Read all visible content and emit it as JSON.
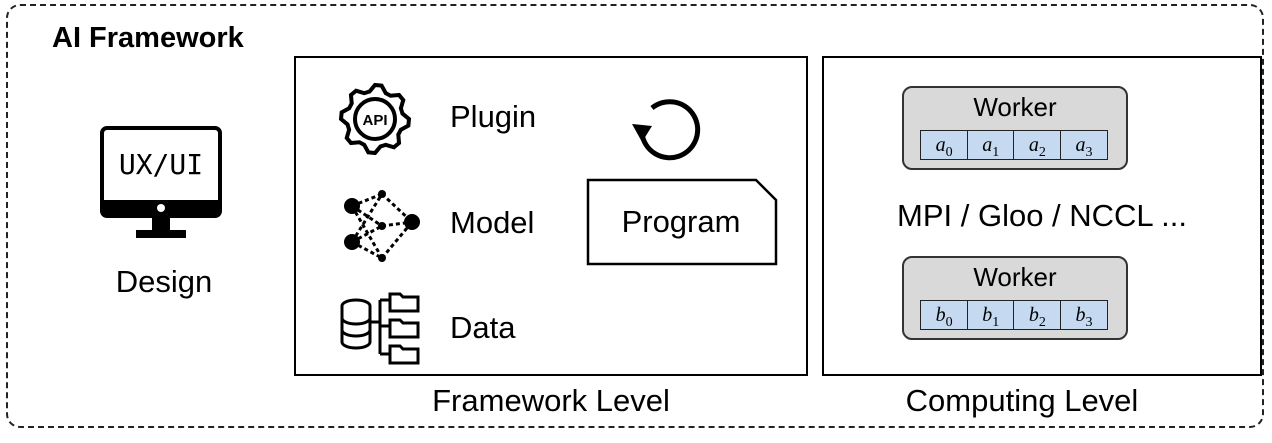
{
  "title": "AI Framework",
  "design": {
    "screen_text": "UX/UI",
    "label": "Design"
  },
  "framework": {
    "caption": "Framework Level",
    "items": [
      {
        "icon": "api-gear-icon",
        "label": "Plugin",
        "badge": "API"
      },
      {
        "icon": "neural-network-icon",
        "label": "Model"
      },
      {
        "icon": "database-tree-icon",
        "label": "Data"
      }
    ],
    "program": {
      "label": "Program",
      "icon": "refresh-cycle-icon"
    }
  },
  "computing": {
    "caption": "Computing Level",
    "protocol": "MPI / Gloo / NCCL ...",
    "workers": [
      {
        "label": "Worker",
        "cells": [
          {
            "var": "a",
            "sub": "0"
          },
          {
            "var": "a",
            "sub": "1"
          },
          {
            "var": "a",
            "sub": "2"
          },
          {
            "var": "a",
            "sub": "3"
          }
        ]
      },
      {
        "label": "Worker",
        "cells": [
          {
            "var": "b",
            "sub": "0"
          },
          {
            "var": "b",
            "sub": "1"
          },
          {
            "var": "b",
            "sub": "2"
          },
          {
            "var": "b",
            "sub": "3"
          }
        ]
      }
    ]
  },
  "colors": {
    "cell_fill": "#c5daf0",
    "worker_fill": "#d9d9d9",
    "stroke": "#000000"
  }
}
